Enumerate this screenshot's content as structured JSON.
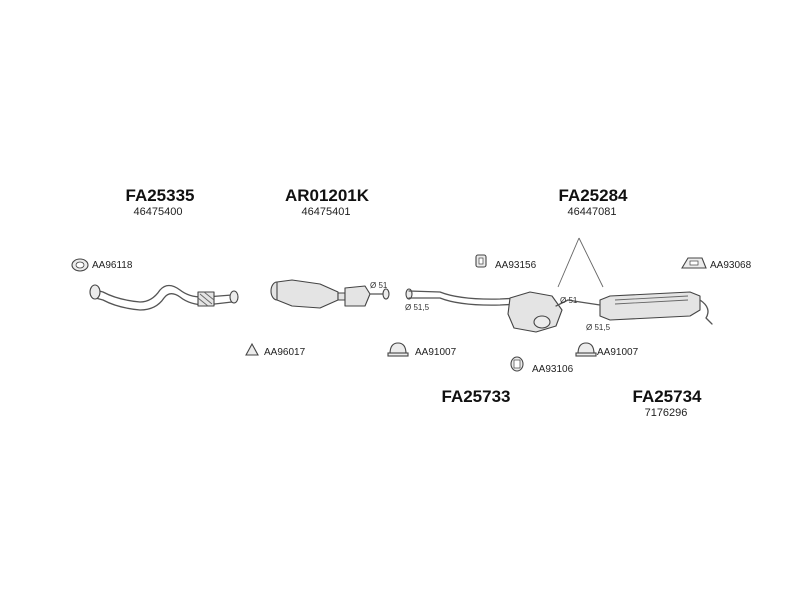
{
  "parts": {
    "front_pipe": {
      "part_no": "FA25335",
      "oem_no": "46475400"
    },
    "catalytic_converter": {
      "part_no": "AR01201K",
      "oem_no": "46475401"
    },
    "center_assembly": {
      "part_no": "FA25284",
      "oem_no": "46447081"
    },
    "middle_silencer": {
      "part_no": "FA25733"
    },
    "rear_silencer": {
      "part_no": "FA25734",
      "oem_no": "7176296"
    }
  },
  "accessories": {
    "aa96118": "AA96118",
    "aa96017": "AA96017",
    "aa91007_left": "AA91007",
    "aa93156": "AA93156",
    "aa93106": "AA93106",
    "aa91007_right": "AA91007",
    "aa93068": "AA93068"
  },
  "dimensions": {
    "cat_outlet": "Ø 51",
    "mid_inlet": "Ø 51,5",
    "rear_inlet": "Ø 51",
    "rear_outlet": "Ø 51,5"
  }
}
